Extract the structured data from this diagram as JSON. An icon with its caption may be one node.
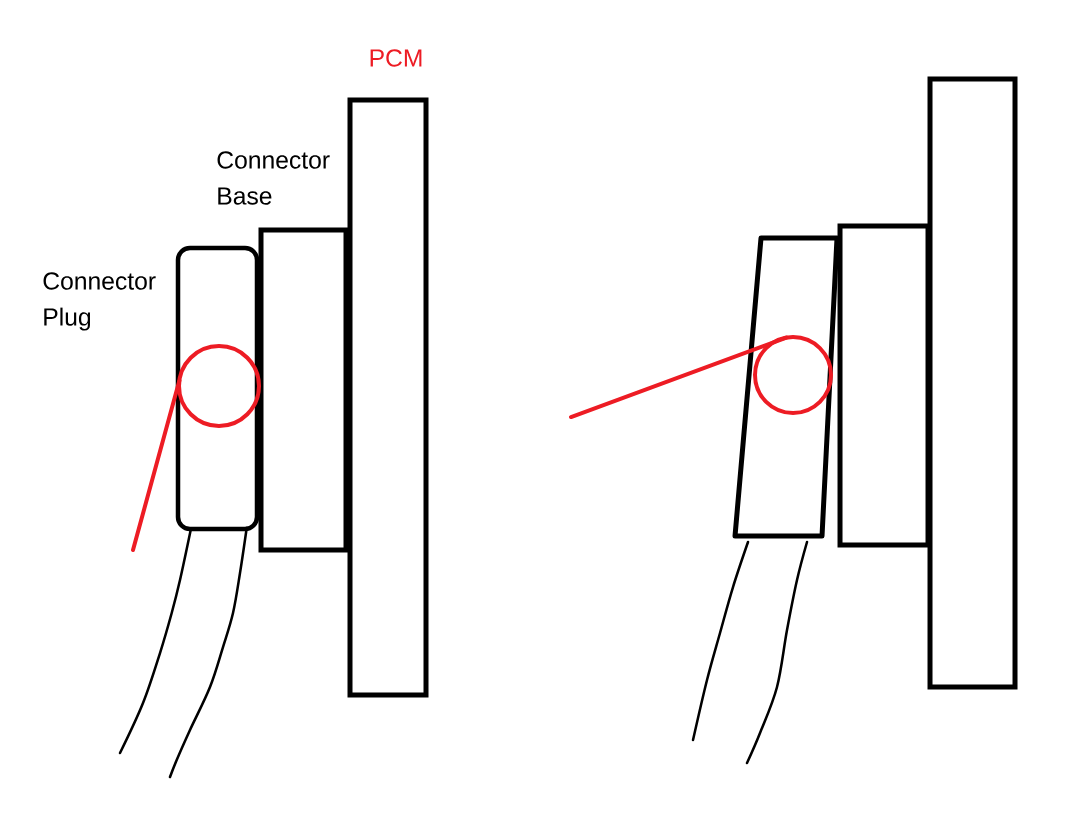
{
  "diagram": {
    "nodes": [
      {
        "text": [
          "PCM"
        ]
      },
      {
        "text": [
          "Connector Base"
        ]
      },
      {
        "text": [
          "Connector Plug"
        ]
      },
      {
        "text": [],
        "shape": "circle",
        "in": 2
      },
      {
        "text": [],
        "shape": "box"
      },
      {
        "text": [],
        "shape": "box"
      },
      {
        "text": [],
        "shape": "box"
      },
      {
        "text": [],
        "shape": "circle",
        "in": 6
      }
    ],
    "edges": [
      {
        "from": null,
        "to": 3,
        "arrow": "none",
        "color": "#ed1c24"
      },
      {
        "from": null,
        "to": 7,
        "arrow": "none",
        "color": "#ed1c24"
      }
    ]
  }
}
